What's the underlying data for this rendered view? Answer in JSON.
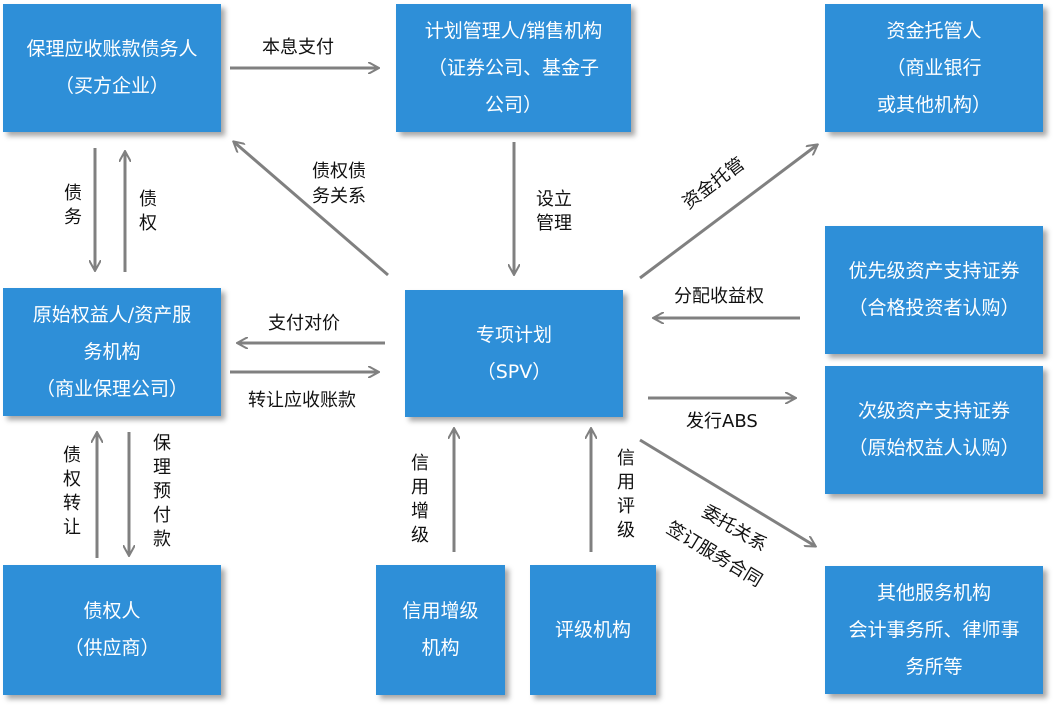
{
  "colors": {
    "node_fill": "#2e8fd8",
    "arrow": "#808080",
    "text_on_node": "#ffffff",
    "label": "#111111"
  },
  "nodes": {
    "debtor": {
      "lines": [
        "保理应收账款债务人",
        "（买方企业）"
      ]
    },
    "manager": {
      "lines": [
        "计划管理人/销售机构",
        "（证券公司、基金子",
        "公司）"
      ]
    },
    "custodian": {
      "lines": [
        "资金托管人",
        "（商业银行",
        "或其他机构）"
      ]
    },
    "originator": {
      "lines": [
        "原始权益人/资产服",
        "务机构",
        "（商业保理公司）"
      ]
    },
    "spv": {
      "lines": [
        "专项计划",
        "（SPV）"
      ]
    },
    "senior": {
      "lines": [
        "优先级资产支持证券",
        "（合格投资者认购）"
      ]
    },
    "subordinate": {
      "lines": [
        "次级资产支持证券",
        "（原始权益人认购）"
      ]
    },
    "creditor": {
      "lines": [
        "债权人",
        "（供应商）"
      ]
    },
    "enhancer": {
      "lines": [
        "信用增级",
        "机构"
      ]
    },
    "rating": {
      "lines": [
        "评级机构"
      ]
    },
    "others": {
      "lines": [
        "其他服务机构",
        "会计事务所、律师事",
        "务所等"
      ]
    }
  },
  "labels": {
    "principal_interest": "本息支付",
    "debt_relation": [
      "债权债",
      "务关系"
    ],
    "setup_manage": [
      "设立",
      "管理"
    ],
    "fund_custody": "资金托管",
    "debt": "债务",
    "claim": "债权",
    "pay_consideration": "支付对价",
    "transfer_receivables": "转让应收账款",
    "distribute_income": "分配收益权",
    "issue_abs": "发行ABS",
    "claim_transfer": "债权转让",
    "factoring_prepay": "保理预付款",
    "credit_enhance": "信用增级",
    "credit_rating": "信用评级",
    "entrust": "委托关系",
    "sign_contract": "签订服务合同"
  }
}
